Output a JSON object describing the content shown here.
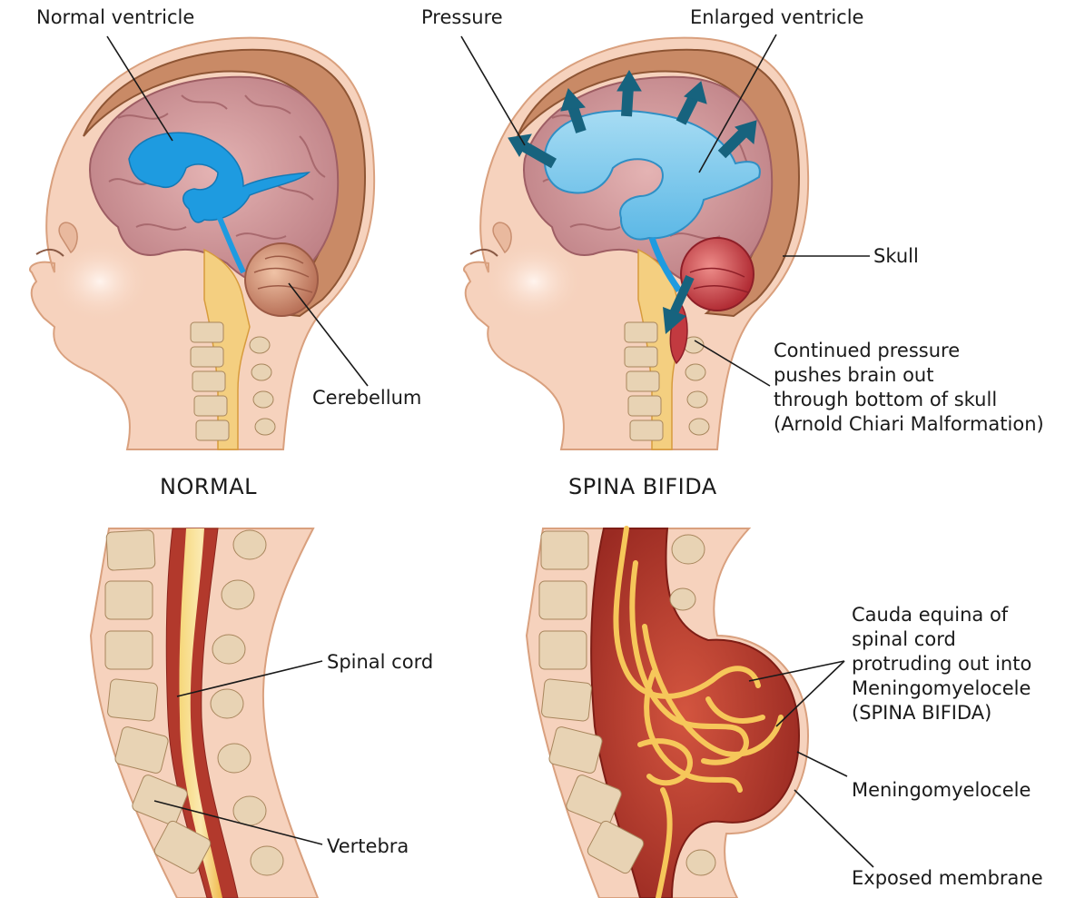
{
  "headings": {
    "normal": "NORMAL",
    "spina_bifida": "SPINA BIFIDA"
  },
  "labels": {
    "normal_ventricle": "Normal ventricle",
    "pressure": "Pressure",
    "enlarged_ventricle": "Enlarged ventricle",
    "skull": "Skull",
    "cerebellum": "Cerebellum",
    "chiari_lines": [
      "Continued pressure",
      "pushes brain out",
      "through bottom of skull",
      "(Arnold Chiari Malformation)"
    ],
    "spinal_cord": "Spinal cord",
    "vertebra": "Vertebra",
    "cauda_lines": [
      "Cauda equina of",
      "spinal cord",
      "protruding out into",
      "Meningomyelocele",
      "(SPINA BIFIDA)"
    ],
    "meningomyelocele": "Meningomyelocele",
    "exposed_membrane": "Exposed membrane"
  },
  "colors": {
    "skin": "#f6d2bd",
    "skull_bone": "#c98a66",
    "brain": "#c98b8e",
    "ventricle_normal": "#1e9be0",
    "ventricle_enlarged": "#86cdee",
    "pressure_arrow": "#17637e",
    "cerebellum_normal": "#c7836c",
    "cerebellum_herniated": "#c23a40",
    "vertebra": "#e8d3b4",
    "spinal_cord": "#f3c24a",
    "sac": "#b2392c"
  }
}
